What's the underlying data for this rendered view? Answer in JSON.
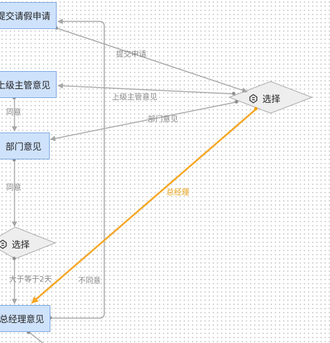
{
  "nodes": {
    "submit": "提交请假申请",
    "supervisor": "上级主管意见",
    "department": "部门意见",
    "general_manager": "总经理意见"
  },
  "decisions": {
    "right": "选择",
    "left": "选择"
  },
  "edges": {
    "submit_to_choice": "提交申请",
    "choice_to_supervisor": "上级主管意见",
    "choice_to_department": "部门意见",
    "choice_to_gm": "总经理",
    "supervisor_to_department": "同意",
    "department_to_choice": "同意",
    "choice_to_gm_days": "大于等于2天",
    "gm_disagree": "不同意"
  },
  "colors": {
    "node_fill": "#cfe2fb",
    "node_border": "#7aa7e0",
    "edge": "#aaaaaa",
    "highlight_edge": "#f5a623"
  },
  "icons": {
    "decision": "swap-icon"
  }
}
